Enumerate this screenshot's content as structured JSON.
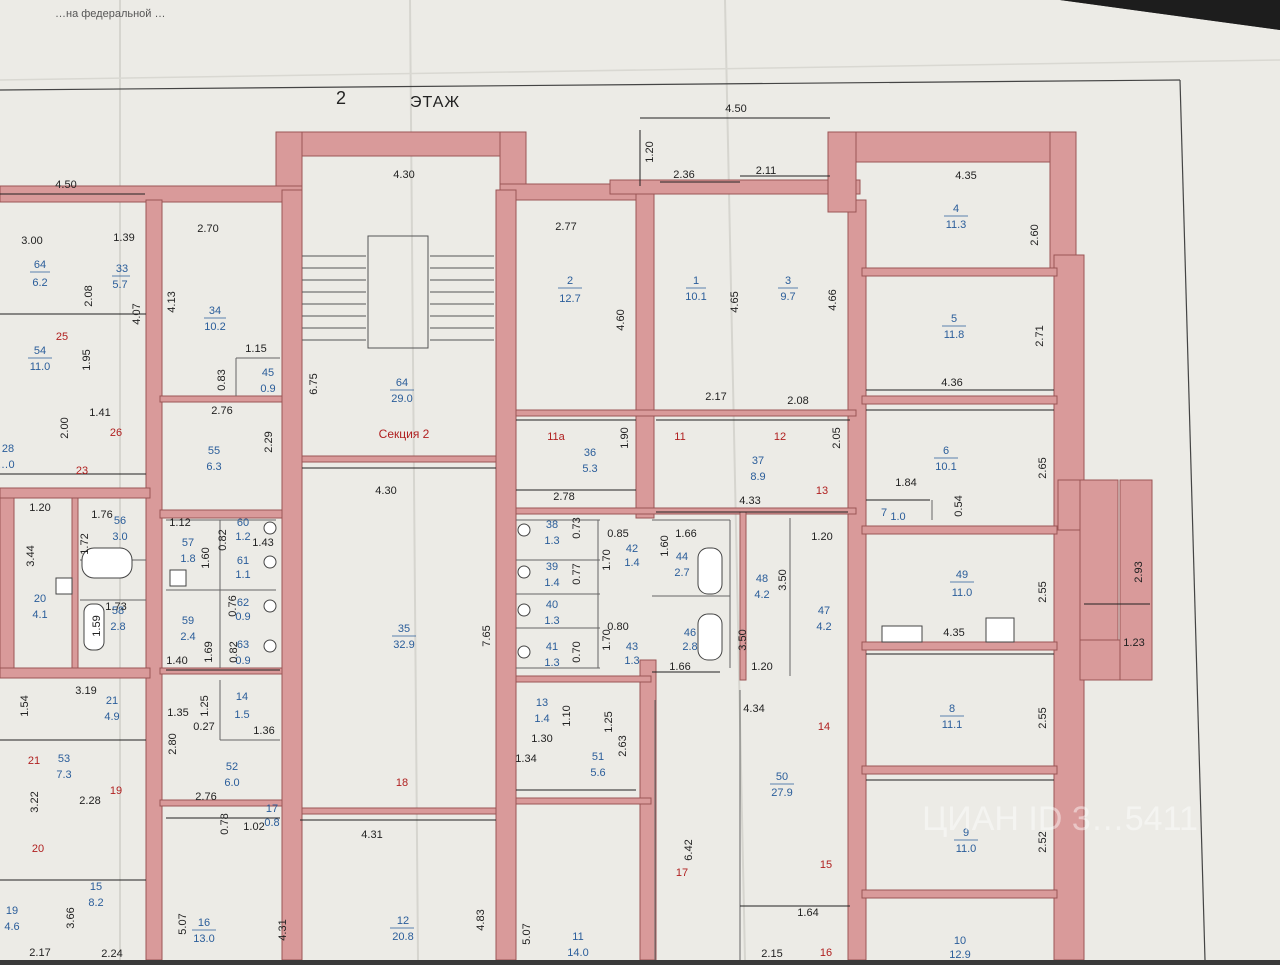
{
  "header": {
    "top_text": "…на федеральной …",
    "floor_number": "2",
    "floor_word": "ЭТАЖ",
    "section_label": "Секция 2"
  },
  "watermark": "ЦИАН ID 3…5411",
  "colors": {
    "wall": "#d99a9a",
    "wall_edge": "#9b5555",
    "paper": "#ecebe6",
    "room": "#f2f1ee",
    "area_text": "#2a5d9a",
    "red_text": "#b02020"
  },
  "rooms": [
    {
      "id": "64",
      "area": "6.2"
    },
    {
      "id": "33",
      "area": "5.7"
    },
    {
      "id": "54",
      "area": "11.0"
    },
    {
      "id": "34",
      "area": "10.2"
    },
    {
      "id": "45",
      "area": "0.9"
    },
    {
      "id": "28",
      "area": "…0"
    },
    {
      "id": "55",
      "area": "6.3"
    },
    {
      "id": "56",
      "area": "3.0"
    },
    {
      "id": "57",
      "area": "1.8"
    },
    {
      "id": "60",
      "area": "1.2"
    },
    {
      "id": "61",
      "area": "1.1"
    },
    {
      "id": "20",
      "area": "4.1"
    },
    {
      "id": "58",
      "area": "2.8"
    },
    {
      "id": "59",
      "area": "2.4"
    },
    {
      "id": "62",
      "area": "0.9"
    },
    {
      "id": "63",
      "area": "0.9"
    },
    {
      "id": "21",
      "area": "4.9"
    },
    {
      "id": "14",
      "area": "1.5"
    },
    {
      "id": "53",
      "area": "7.3"
    },
    {
      "id": "52",
      "area": "6.0"
    },
    {
      "id": "17",
      "area": "0.8"
    },
    {
      "id": "15",
      "area": "8.2"
    },
    {
      "id": "19",
      "area": "4.6"
    },
    {
      "id": "16",
      "area": "13.0"
    },
    {
      "id": "64",
      "area": "29.0"
    },
    {
      "id": "35",
      "area": "32.9"
    },
    {
      "id": "12",
      "area": "20.8"
    },
    {
      "id": "2",
      "area": "12.7"
    },
    {
      "id": "1",
      "area": "10.1"
    },
    {
      "id": "3",
      "area": "9.7"
    },
    {
      "id": "36",
      "area": "5.3"
    },
    {
      "id": "37",
      "area": "8.9"
    },
    {
      "id": "38",
      "area": "1.3"
    },
    {
      "id": "39",
      "area": "1.4"
    },
    {
      "id": "40",
      "area": "1.3"
    },
    {
      "id": "41",
      "area": "1.3"
    },
    {
      "id": "42",
      "area": "1.4"
    },
    {
      "id": "44",
      "area": "2.7"
    },
    {
      "id": "43",
      "area": "1.3"
    },
    {
      "id": "46",
      "area": "2.8"
    },
    {
      "id": "48",
      "area": "4.2"
    },
    {
      "id": "47",
      "area": "4.2"
    },
    {
      "id": "13",
      "area": "1.4"
    },
    {
      "id": "51",
      "area": "5.6"
    },
    {
      "id": "50",
      "area": "27.9"
    },
    {
      "id": "11",
      "area": "14.0"
    },
    {
      "id": "4",
      "area": "11.3"
    },
    {
      "id": "5",
      "area": "11.8"
    },
    {
      "id": "6",
      "area": "10.1"
    },
    {
      "id": "7",
      "area": "1.0"
    },
    {
      "id": "49",
      "area": "11.0"
    },
    {
      "id": "8",
      "area": "11.1"
    },
    {
      "id": "9",
      "area": "11.0"
    },
    {
      "id": "10",
      "area": "12.9"
    }
  ],
  "dimensions": [
    "4.50",
    "4.50",
    "1.20",
    "2.36",
    "2.11",
    "4.30",
    "3.00",
    "1.39",
    "2.70",
    "2.77",
    "4.35",
    "2.60",
    "2.08",
    "4.07",
    "4.13",
    "4.60",
    "4.65",
    "4.66",
    "2.71",
    "1.95",
    "1.15",
    "0.83",
    "6.75",
    "4.36",
    "1.41",
    "2.00",
    "2.76",
    "2.29",
    "1.90",
    "2.17",
    "2.08",
    "2.05",
    "2.65",
    "4.30",
    "2.78",
    "4.33",
    "1.84",
    "0.54",
    "1.20",
    "1.76",
    "1.72",
    "1.12",
    "0.82",
    "1.43",
    "0.73",
    "0.85",
    "1.66",
    "1.60",
    "1.20",
    "2.93",
    "3.44",
    "1.60",
    "1.70",
    "0.77",
    "3.50",
    "2.55",
    "1.73",
    "1.59",
    "0.76",
    "7.65",
    "0.80",
    "4.35",
    "1.23",
    "1.40",
    "1.69",
    "0.82",
    "0.70",
    "1.70",
    "3.50",
    "1.20",
    "1.66",
    "3.19",
    "1.54",
    "1.35",
    "1.25",
    "4.34",
    "2.55",
    "0.27",
    "1.36",
    "1.10",
    "1.25",
    "1.30",
    "1.34",
    "2.80",
    "2.63",
    "3.22",
    "2.28",
    "2.76",
    "0.78",
    "1.02",
    "4.31",
    "6.42",
    "2.52",
    "3.66",
    "5.07",
    "4.31",
    "4.83",
    "5.07",
    "1.64",
    "2.17",
    "2.24",
    "2.15"
  ],
  "markers": [
    "25",
    "26",
    "23",
    "11а",
    "11",
    "12",
    "13",
    "21",
    "19",
    "20",
    "18",
    "14",
    "17",
    "15",
    "16"
  ],
  "fixtures": {
    "stove": "4.35"
  }
}
